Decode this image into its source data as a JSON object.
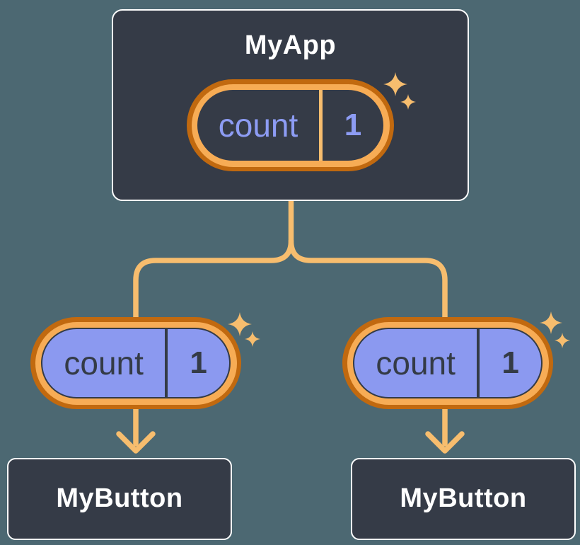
{
  "colors": {
    "bg": "#4C6872",
    "card": "#353B47",
    "card-border": "#FFFFFF",
    "line": "#F7BD6E",
    "ring-light": "#F7AC55",
    "ring-dark": "#C1690F",
    "purple": "#8B99F0",
    "purple-text": "#8D9CF4",
    "ink": "#343B46",
    "text": "#FFFFFF"
  },
  "tree": {
    "root": {
      "label": "MyApp",
      "state": {
        "key": "count",
        "value": "1"
      }
    },
    "edges": [
      {
        "prop": {
          "key": "count",
          "value": "1"
        },
        "target": {
          "label": "MyButton"
        }
      },
      {
        "prop": {
          "key": "count",
          "value": "1"
        },
        "target": {
          "label": "MyButton"
        }
      }
    ]
  }
}
